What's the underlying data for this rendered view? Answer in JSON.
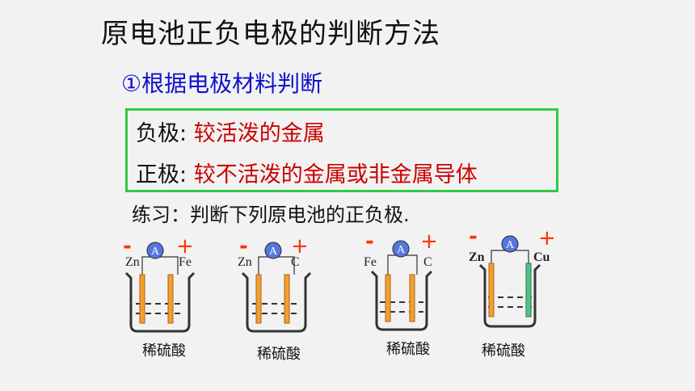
{
  "title": "原电池正负电极的判断方法",
  "subtitle": "①根据电极材料判断",
  "rules": {
    "negative_label": "负极:",
    "negative_value": "较活泼的金属",
    "positive_label": "正极:",
    "positive_value": "较不活泼的金属或非金属导体"
  },
  "exercise": "练习：判断下列原电池的正负极.",
  "cells": [
    {
      "minus": "-",
      "plus": "+",
      "ammeter": "A",
      "left_electrode": "Zn",
      "right_electrode": "Fe",
      "solution": "稀硫酸"
    },
    {
      "minus": "-",
      "plus": "+",
      "ammeter": "A",
      "left_electrode": "Zn",
      "right_electrode": "C",
      "solution": "稀硫酸"
    },
    {
      "minus": "-",
      "plus": "+",
      "ammeter": "A",
      "left_electrode": "Fe",
      "right_electrode": "C",
      "solution": "稀硫酸"
    },
    {
      "minus": "-",
      "plus": "+",
      "ammeter": "A",
      "left_electrode": "Zn",
      "right_electrode": "Cu",
      "solution": "稀硫酸"
    }
  ],
  "colors": {
    "title": "#111111",
    "subtitle": "#1010cc",
    "rule_value": "#cc0000",
    "box_border": "#2ecc40",
    "sign": "#ff3300",
    "electrode": "#f0a030",
    "copper_electrode": "#55c08a",
    "ammeter": "#5577dd"
  }
}
